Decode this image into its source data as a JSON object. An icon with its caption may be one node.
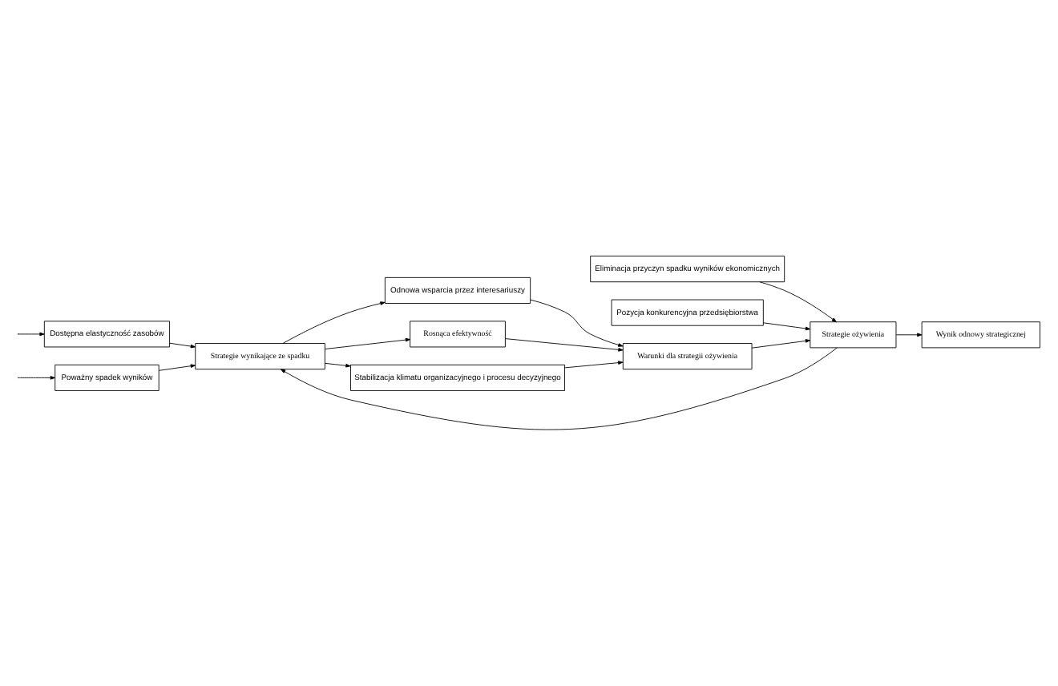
{
  "diagram": {
    "nodes": [
      {
        "text": [
          "Poważny spadek wyników"
        ]
      },
      {
        "text": [
          "Odnowa wsparcia przez interesariuszy"
        ]
      },
      {
        "text": [
          "Eliminacja przyczyn spadku wyników ekonomicznych"
        ]
      },
      {
        "text": [
          "Strategie wynikające ze spadku"
        ]
      },
      {
        "text": [
          "Rosnąca efektywność"
        ]
      },
      {
        "text": [
          "Warunki dla strategii ożywienia"
        ]
      },
      {
        "text": [
          "Strategie ożywienia"
        ]
      },
      {
        "text": [
          "Wynik odnowy strategicznej"
        ]
      },
      {
        "text": [
          "Dostępna elastyczność zasobów"
        ]
      },
      {
        "text": [
          "Stabilizacja klimatu organizacyjnego i procesu decyzyjnego"
        ]
      },
      {
        "text": [
          "Pozycja konkurencyjna przedsiębiorstwa"
        ]
      }
    ],
    "edges": [
      {
        "from": null,
        "to": 0,
        "arrow": "to"
      },
      {
        "from": 0,
        "to": 3,
        "arrow": "to"
      },
      {
        "from": 3,
        "to": 1,
        "arrow": "to"
      },
      {
        "from": 1,
        "to": 5,
        "arrow": "to"
      },
      {
        "from": 3,
        "to": 4,
        "arrow": "to"
      },
      {
        "from": 4,
        "to": 5,
        "arrow": "to"
      },
      {
        "from": 3,
        "to": 9,
        "arrow": "to"
      },
      {
        "from": 9,
        "to": 5,
        "arrow": "to"
      },
      {
        "from": 5,
        "to": 6,
        "arrow": "to"
      },
      {
        "from": 2,
        "to": 6,
        "arrow": "to"
      },
      {
        "from": 6,
        "to": 7,
        "arrow": "to"
      },
      {
        "from": 6,
        "to": 3,
        "arrow": "to"
      },
      {
        "from": 10,
        "to": 6,
        "arrow": "to"
      },
      {
        "from": 8,
        "to": 3,
        "arrow": "to"
      },
      {
        "from": null,
        "to": 8,
        "arrow": "to"
      }
    ]
  }
}
